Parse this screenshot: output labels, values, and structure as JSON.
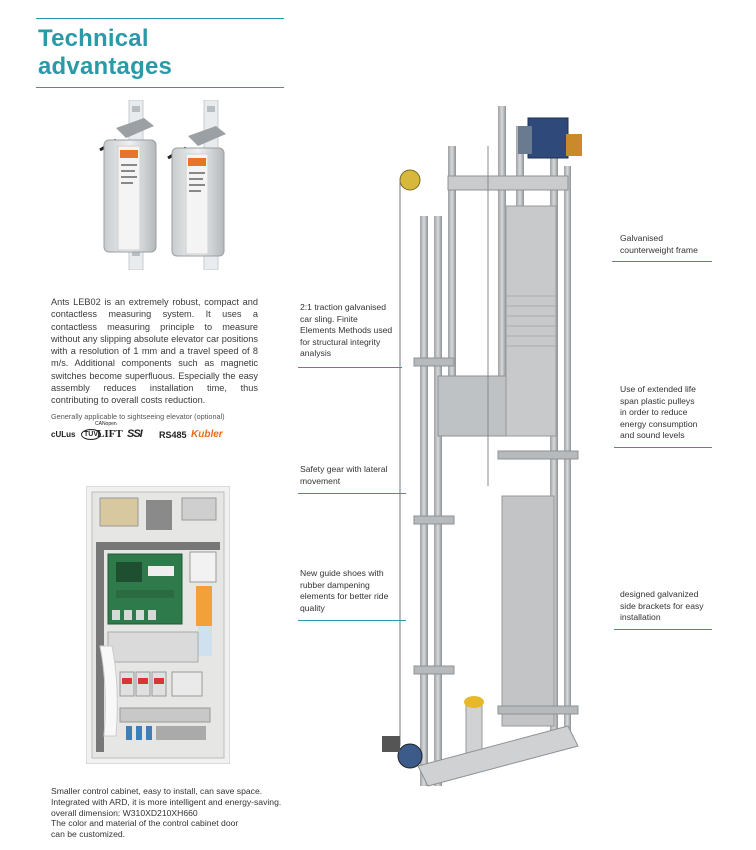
{
  "title": "Technical advantages",
  "sensor": {
    "description": "Ants LEB02 is an extremely robust, compact and contactless measuring system. It uses a contactless measuring principle to measure without any slipping absolute elevator car positions with a resolution of 1 mm and a travel speed of 8 m/s. Additional components such as magnetic switches become superfluous. Especially the easy assembly reduces installation time, thus contributing to overall costs reduction.",
    "applicable_note": "Generally applicable to sightseeing elevator (optional)",
    "logos": {
      "ul": "cULus",
      "tuv": "TÜV",
      "lift": "LIFT",
      "lift_top": "CANopen",
      "ssi": "SSI",
      "rs485": "RS485",
      "kubler": "Kubler"
    }
  },
  "cabinet": {
    "lines": [
      "Smaller control cabinet, easy to install, can save space.",
      "Integrated with ARD, it is more intelligent and energy-saving.",
      "overall dimension:  W310XD210XH660",
      "The color and material of the control cabinet door",
      "can be customized."
    ]
  },
  "callouts_left": [
    {
      "id": "traction",
      "lines": [
        "2:1 traction galvanised",
        "car sling.   Finite",
        "Elements Methods used",
        "for structural integrity",
        "analysis"
      ]
    },
    {
      "id": "safety",
      "lines": [
        "Safety gear with lateral",
        "movement"
      ]
    },
    {
      "id": "guide",
      "lines": [
        "New guide shoes with",
        "rubber dampening",
        "elements for better ride",
        "quality"
      ]
    }
  ],
  "callouts_right": [
    {
      "id": "counterweight",
      "lines": [
        "Galvanised",
        "counterweight frame"
      ]
    },
    {
      "id": "pulleys",
      "lines": [
        "Use of extended life",
        "span plastic pulleys",
        "in order to reduce",
        "energy consumption",
        "and sound levels"
      ]
    },
    {
      "id": "brackets",
      "lines": [
        "designed galvanized",
        "side brackets for easy",
        "installation"
      ]
    }
  ],
  "colors": {
    "accent": "#2a9aa8",
    "text": "#3a3a3a"
  }
}
